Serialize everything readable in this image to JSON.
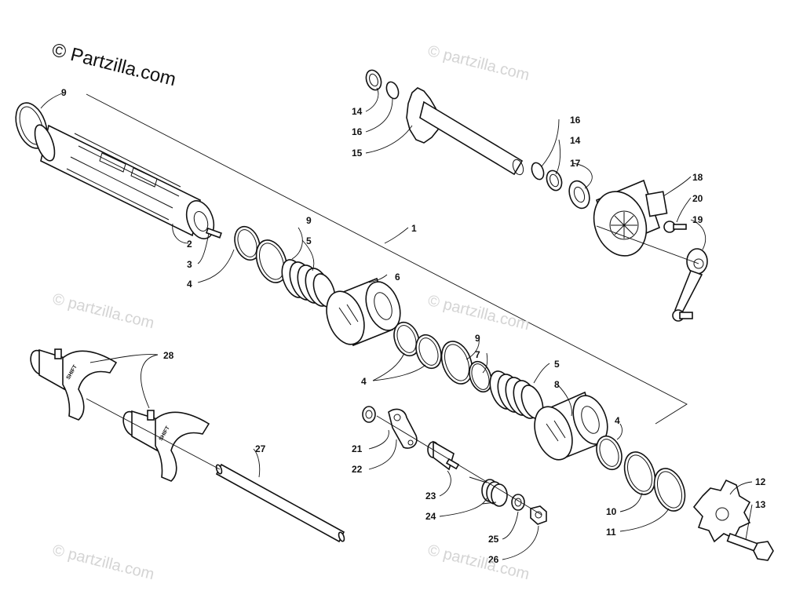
{
  "copyright": "© Partzilla.com",
  "watermark": "© partzilla.com",
  "callouts": {
    "c1": "1",
    "c2": "2",
    "c3": "3",
    "c4a": "4",
    "c4b": "4",
    "c4c": "4",
    "c5a": "5",
    "c5b": "5",
    "c6": "6",
    "c7": "7",
    "c8": "8",
    "c9a": "9",
    "c9b": "9",
    "c9c": "9",
    "c10": "10",
    "c11": "11",
    "c12": "12",
    "c13": "13",
    "c14a": "14",
    "c14b": "14",
    "c15": "15",
    "c16a": "16",
    "c16b": "16",
    "c17": "17",
    "c18": "18",
    "c19": "19",
    "c20": "20",
    "c21": "21",
    "c22": "22",
    "c23": "23",
    "c24": "24",
    "c25": "25",
    "c26": "26",
    "c27": "27",
    "c28": "28"
  },
  "fork_marking": "SHIFT"
}
